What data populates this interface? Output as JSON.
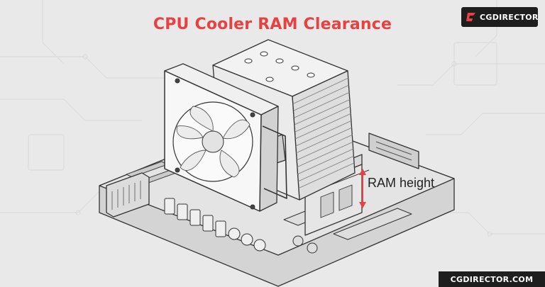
{
  "title": "CPU Cooler RAM Clearance",
  "logo": {
    "text": "CGDIRECTOR",
    "icon": "cgdirector-logo-icon"
  },
  "annotation": {
    "label": "RAM height",
    "arrow_color": "#e84142"
  },
  "footer": {
    "text": "CGDIRECTOR.COM"
  },
  "colors": {
    "accent": "#e84142",
    "dark": "#1e1e1e",
    "background": "#e9e9e9"
  }
}
